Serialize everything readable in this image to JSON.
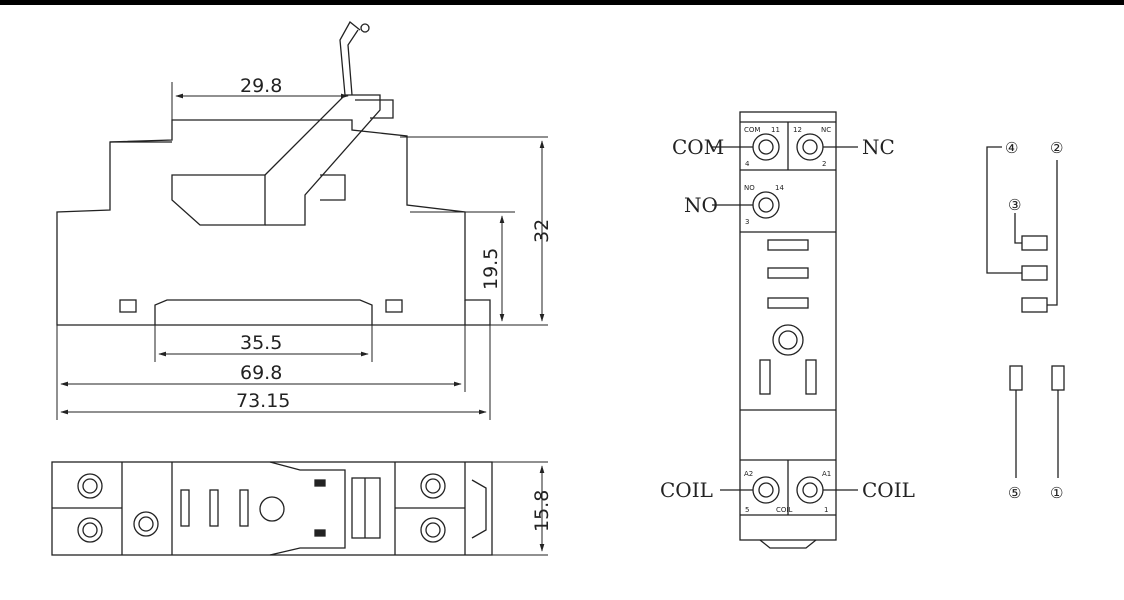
{
  "dimensions": {
    "top_width": "29.8",
    "height_total": "32",
    "height_mid": "19.5",
    "rail_width": "35.5",
    "body_width": "69.8",
    "overall_width": "73.15",
    "depth": "15.8"
  },
  "terminals": {
    "com": "COM",
    "nc": "NC",
    "no": "NO",
    "coil_left": "COIL",
    "coil_right": "COIL",
    "t_com": "COM",
    "t_11": "11",
    "t_12": "12",
    "t_nc": "NC",
    "t_4": "4",
    "t_2": "2",
    "t_no": "NO",
    "t_14": "14",
    "t_3": "3",
    "t_a2": "A2",
    "t_a1": "A1",
    "t_5": "5",
    "t_coil": "COIL",
    "t_1": "1"
  },
  "pin_diagram": {
    "p4": "④",
    "p2": "②",
    "p3": "③",
    "p5": "⑤",
    "p1": "①"
  }
}
